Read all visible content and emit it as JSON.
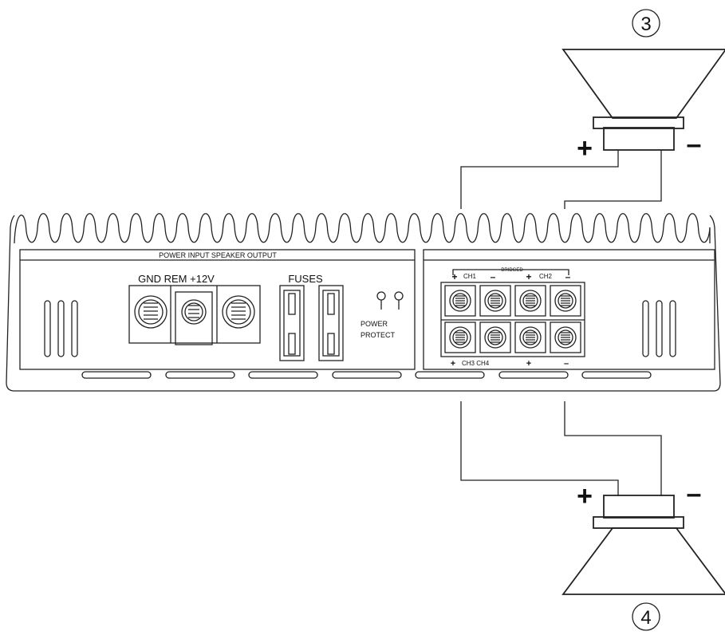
{
  "speakers": {
    "top": {
      "number": "3",
      "plus": "+",
      "minus": "–"
    },
    "bottom": {
      "number": "4",
      "plus": "+",
      "minus": "–"
    }
  },
  "amp": {
    "left_panel_label": "POWER INPUT SPEAKER OUTPUT",
    "power_terminal_label": "GND REM +12V",
    "fuses_label": "FUSES",
    "leds": {
      "power": "POWER",
      "protect": "PROTECT"
    },
    "bridged_label": "BRIDGED",
    "ch1_label": "CH1",
    "ch2_label": "CH2",
    "bottom_polarity": {
      "left_plus": "+",
      "ch34": "CH3 CH4",
      "right_plus": "+",
      "right_minus": "–"
    },
    "top_polarity": {
      "p1": "+",
      "m1": "–",
      "p2": "+",
      "m2": "–"
    }
  }
}
